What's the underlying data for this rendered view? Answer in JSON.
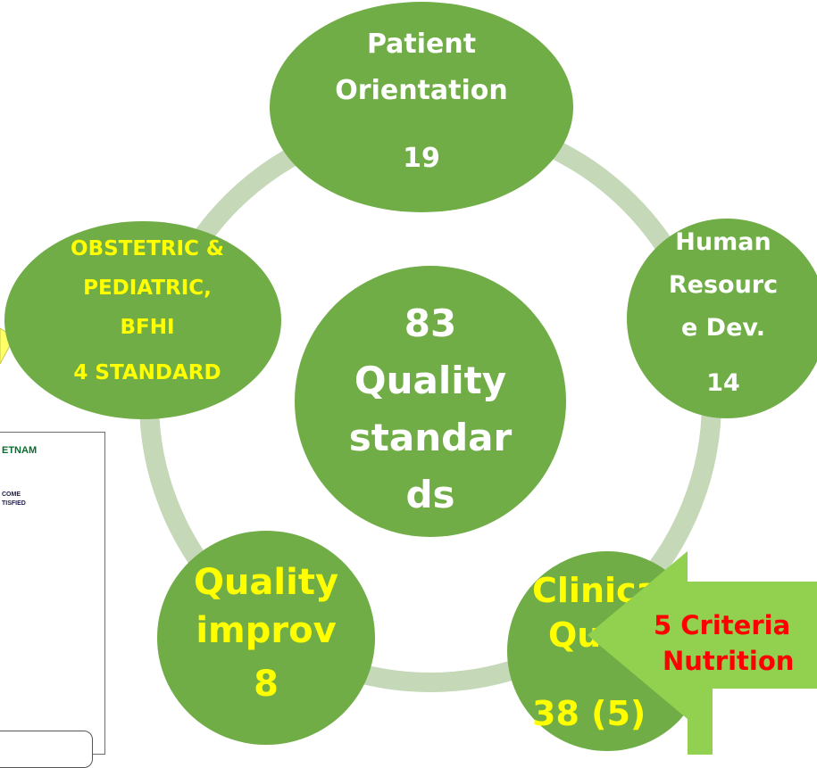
{
  "center": {
    "line1": "83",
    "line2": "Quality",
    "line3": "standar",
    "line4": "ds"
  },
  "nodes": {
    "patient": {
      "line1": "Patient",
      "line2": "Orientation",
      "count": "19"
    },
    "human": {
      "line1": "Human",
      "line2": "Resourc",
      "line3": "e Dev.",
      "count": "14"
    },
    "clinical": {
      "line1": "Clinical",
      "line2": "Qual",
      "count": "38 (5)"
    },
    "quality": {
      "line1": "Quality",
      "line2": "improv",
      "count": "8"
    },
    "obstetric": {
      "line1": "OBSTETRIC &",
      "line2": "PEDIATRIC,",
      "line3": "BFHI",
      "count": "4 STANDARD"
    }
  },
  "callout": {
    "line1": "5 Criteria",
    "line2": "Nutrition"
  },
  "inset": {
    "title": "ETNAM",
    "line1": "",
    "line2": "COME",
    "line3": "TISFIED"
  },
  "colors": {
    "circle_fill": "#70ad47",
    "ring": "#c5d8b8",
    "arrow_fill": "#92d050",
    "label_yellow": "#ffff00",
    "label_white": "#ffffff",
    "callout_red": "#ff0000"
  }
}
